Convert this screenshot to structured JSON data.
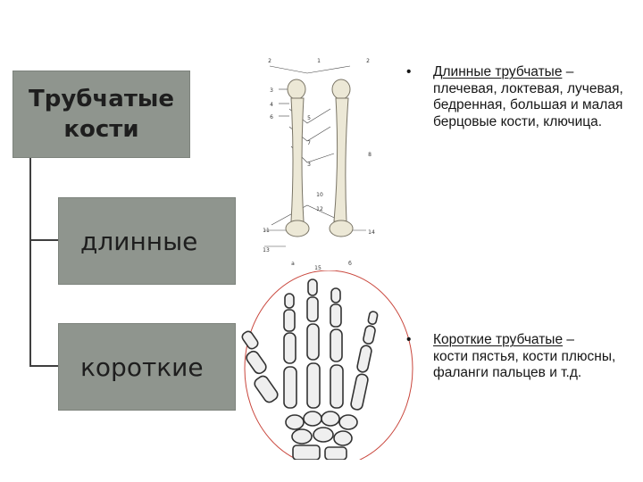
{
  "title": "Трубчатые\nкости",
  "categories": {
    "long": "длинные",
    "short": "короткие"
  },
  "bullets": [
    {
      "marker": "•",
      "heading": "Длинные трубчатые",
      "dash": " –",
      "text": "плечевая, локтевая, лучевая, бедренная, большая и малая берцовые кости, ключица."
    },
    {
      "marker": "•",
      "heading": "Короткие трубчатые",
      "dash": " –",
      "text": "кости пястья, кости плюсны, фаланги пальцев и т.д."
    }
  ],
  "figure_labels": [
    "1",
    "2",
    "2",
    "3",
    "4",
    "5",
    "6",
    "7",
    "8",
    "3",
    "10",
    "12",
    "11",
    "14",
    "13",
    "15",
    "a",
    "б"
  ],
  "icons": {
    "long_bones": "long-bones-illustration",
    "hand": "hand-skeleton-illustration"
  },
  "colors": {
    "box": "#8f958e",
    "connector": "#3f3f3f",
    "circle": "#c9463c"
  }
}
